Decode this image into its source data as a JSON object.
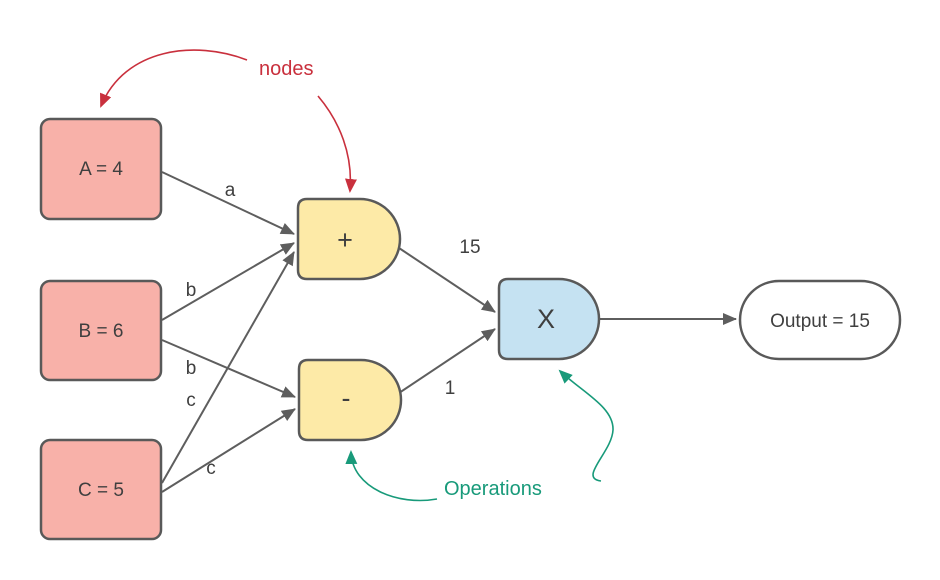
{
  "diagram": {
    "nodes": [
      {
        "id": "A",
        "label": "A = 4"
      },
      {
        "id": "B",
        "label": "B = 6"
      },
      {
        "id": "C",
        "label": "C = 5"
      }
    ],
    "operations": [
      {
        "id": "plus",
        "label": "+"
      },
      {
        "id": "minus",
        "label": "-"
      },
      {
        "id": "multiply",
        "label": "X"
      }
    ],
    "output": {
      "label": "Output = 15"
    },
    "edge_labels": {
      "a_to_plus": "a",
      "b_to_plus": "b",
      "b_to_minus": "b",
      "c_to_plus": "c",
      "c_to_minus": "c",
      "plus_result": "15",
      "minus_result": "1"
    },
    "annotations": {
      "nodes_label": "nodes",
      "operations_label": "Operations"
    },
    "colors": {
      "node_fill": "#f8b1a9",
      "operation_fill": "#fdeaa7",
      "multiply_fill": "#c5e2f2",
      "output_fill": "#ffffff",
      "shape_border": "#595959",
      "edge": "#5e5e5e",
      "text": "#3f3f3f",
      "annotation_red": "#c9303d",
      "annotation_teal": "#189a7a",
      "background": "#ffffff"
    }
  }
}
